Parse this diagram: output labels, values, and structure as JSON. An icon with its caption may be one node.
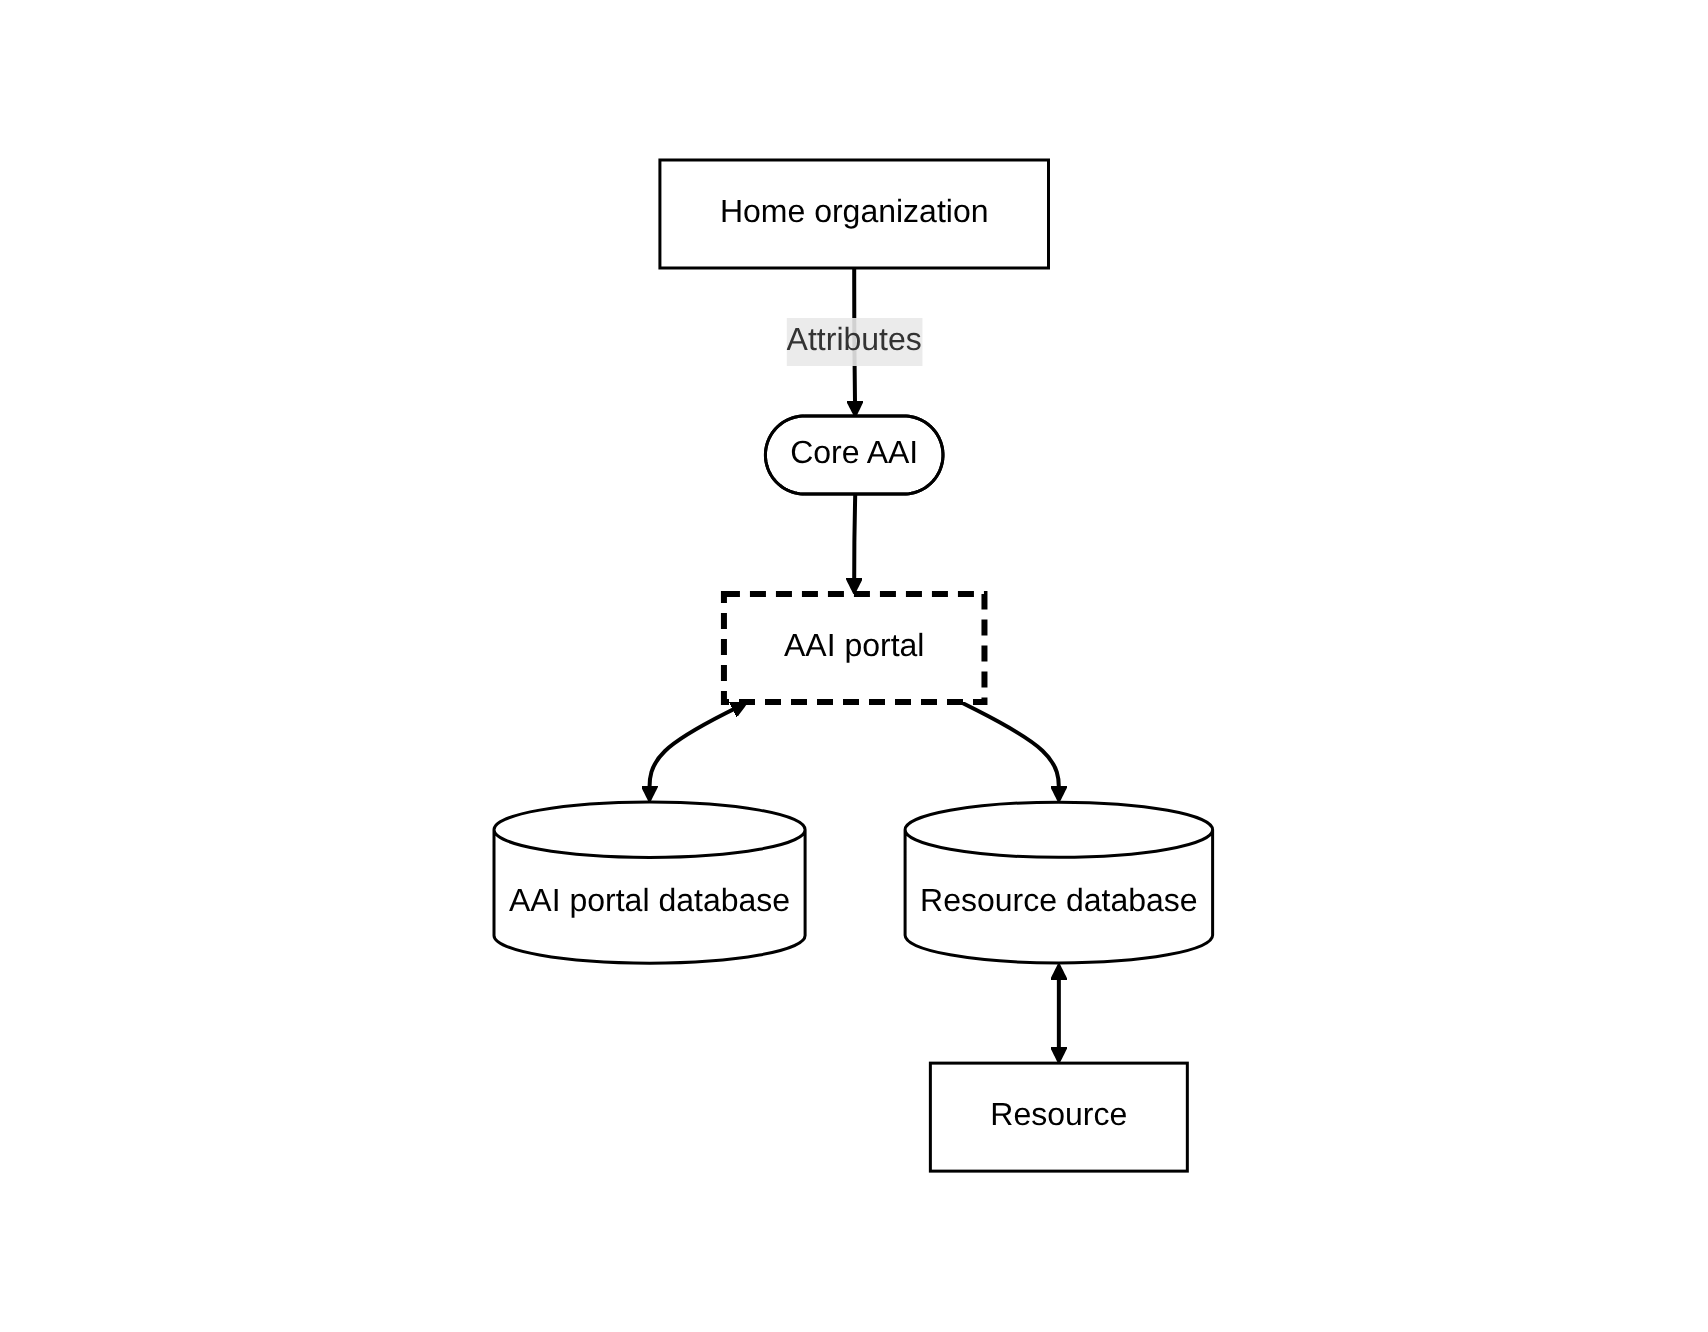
{
  "diagram": {
    "nodes": [
      {
        "text": [
          "AAI portal"
        ]
      },
      {
        "text": [
          "Core AAI"
        ]
      },
      {
        "text": [
          "AAI portal database"
        ]
      },
      {
        "text": [
          "Resource database"
        ]
      },
      {
        "text": [
          "Home organization"
        ]
      },
      {
        "text": [
          "Resource"
        ]
      }
    ],
    "edges": [
      {
        "from": 1,
        "to": 0,
        "arrow": "to"
      },
      {
        "from": 0,
        "to": 3,
        "arrow": "to"
      },
      {
        "from": 0,
        "to": 2,
        "arrow": "both"
      },
      {
        "from": 4,
        "to": 1,
        "arrow": "to",
        "label": "Attributes"
      },
      {
        "from": 3,
        "to": 5,
        "arrow": "both"
      }
    ]
  }
}
